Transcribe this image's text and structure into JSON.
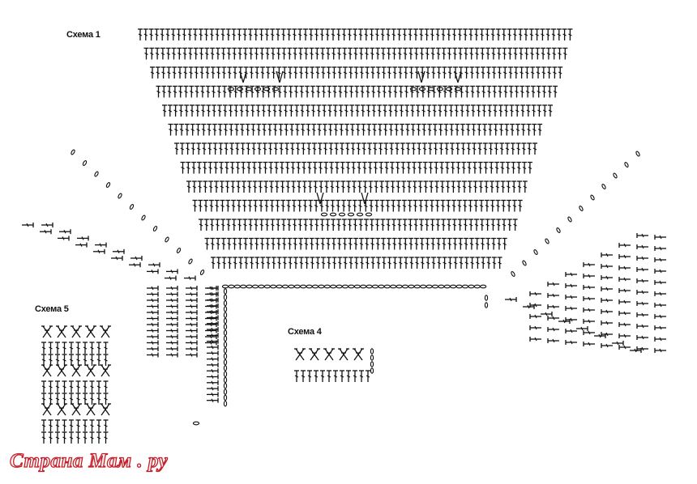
{
  "labels": {
    "scheme1": "Схема 1",
    "scheme4": "Схема 4",
    "scheme5": "Схема 5"
  },
  "watermark": "Страна Мам . ру",
  "colors": {
    "ink": "#111111",
    "watermark_text": "#c8202a"
  }
}
